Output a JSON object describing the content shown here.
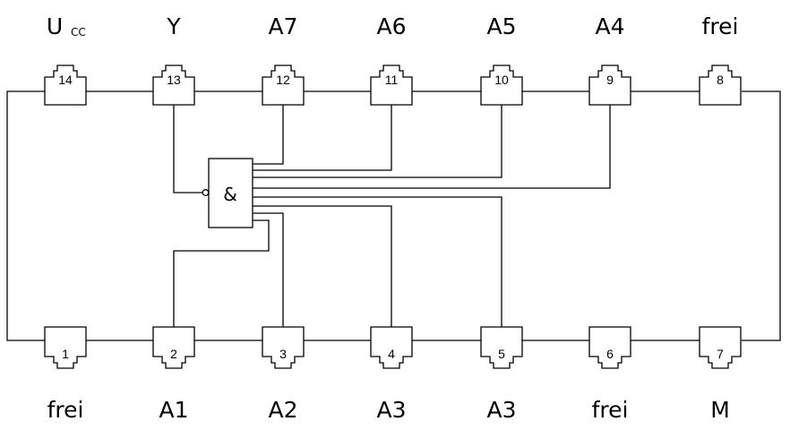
{
  "gate": {
    "symbol": "&",
    "inverted_output": true
  },
  "top_pins": [
    {
      "number": "14",
      "label": "U",
      "label_sub": "CC"
    },
    {
      "number": "13",
      "label": "Y"
    },
    {
      "number": "12",
      "label": "A7"
    },
    {
      "number": "11",
      "label": "A6"
    },
    {
      "number": "10",
      "label": "A5"
    },
    {
      "number": "9",
      "label": "A4"
    },
    {
      "number": "8",
      "label": "frei"
    }
  ],
  "bottom_pins": [
    {
      "number": "1",
      "label": "frei"
    },
    {
      "number": "2",
      "label": "A1"
    },
    {
      "number": "3",
      "label": "A2"
    },
    {
      "number": "4",
      "label": "A3"
    },
    {
      "number": "5",
      "label": "A3"
    },
    {
      "number": "6",
      "label": "frei"
    },
    {
      "number": "7",
      "label": "M"
    }
  ]
}
